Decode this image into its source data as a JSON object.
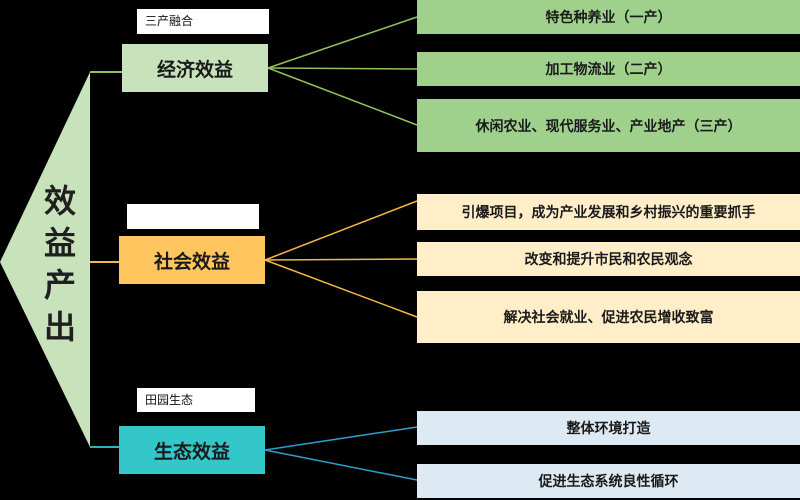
{
  "root": {
    "chars": [
      "效",
      "益",
      "产",
      "出"
    ]
  },
  "groups": [
    {
      "tag": "三产融合",
      "title": "经济效益",
      "items": [
        "特色种养业（一产）",
        "加工物流业（二产）",
        "休闲农业、现代服务业、产业地产（三产）"
      ]
    },
    {
      "tag": "",
      "title": "社会效益",
      "items": [
        "引爆项目，成为产业发展和乡村振兴的重要抓手",
        "改变和提升市民和农民观念",
        "解决社会就业、促进农民增收致富"
      ]
    },
    {
      "tag": "田园生态",
      "title": "生态效益",
      "items": [
        "整体环境打造",
        "促进生态系统良性循环"
      ]
    }
  ],
  "colors": {
    "root_fill": "#c8e3bc",
    "economic": "#9fd08c",
    "social": "#ffc660",
    "ecological": "#33c7c9"
  }
}
